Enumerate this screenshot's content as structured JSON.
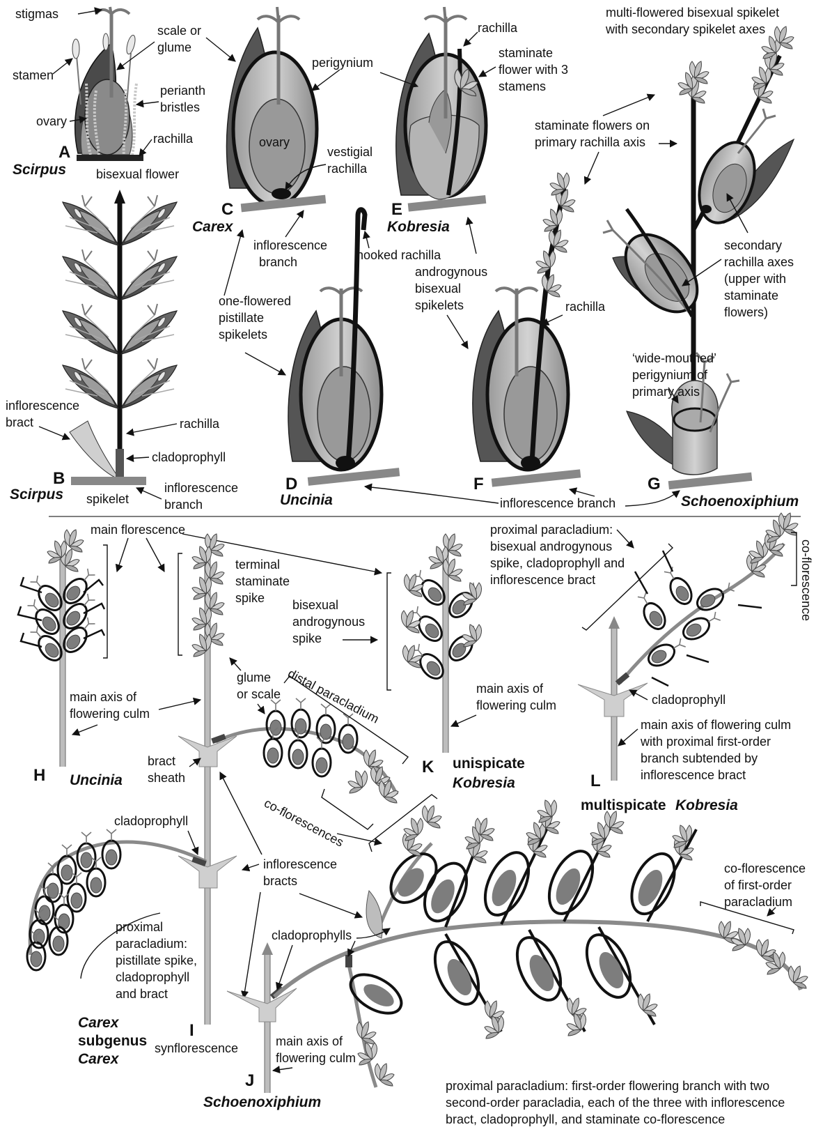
{
  "panels": {
    "A": {
      "letter": "A",
      "genus": "Scirpus",
      "labels": {
        "stigmas": "stigmas",
        "scale": "scale or",
        "glume": "glume",
        "stamen": "stamen",
        "perianth": "perianth",
        "bristles": "bristles",
        "ovary": "ovary",
        "rachilla": "rachilla",
        "bisexual": "bisexual flower"
      }
    },
    "B": {
      "letter": "B",
      "genus": "Scirpus",
      "labels": {
        "infl_bract_1": "inflorescence",
        "infl_bract_2": "bract",
        "rachilla": "rachilla",
        "cladoprophyll": "cladoprophyll",
        "spikelet": "spikelet",
        "infl_branch_1": "inflorescence",
        "infl_branch_2": "branch"
      }
    },
    "C": {
      "letter": "C",
      "genus": "Carex",
      "labels": {
        "perigynium": "perigynium",
        "ovary": "ovary",
        "vestigial_1": "vestigial",
        "vestigial_2": "rachilla",
        "infl_branch_1": "inflorescence",
        "infl_branch_2": "branch"
      }
    },
    "D": {
      "letter": "D",
      "genus": "Uncinia",
      "labels": {
        "hooked": "hooked rachilla",
        "one_flowered_1": "one-flowered",
        "one_flowered_2": "pistillate",
        "one_flowered_3": "spikelets"
      }
    },
    "E": {
      "letter": "E",
      "genus": "Kobresia",
      "labels": {
        "rachilla": "rachilla",
        "staminate_1": "staminate",
        "staminate_2": "flower with 3",
        "staminate_3": "stamens"
      }
    },
    "F": {
      "letter": "F",
      "labels": {
        "androgynous_1": "androgynous",
        "androgynous_2": "bisexual",
        "androgynous_3": "spikelets",
        "rachilla": "rachilla",
        "infl_branch": "inflorescence branch"
      }
    },
    "G": {
      "letter": "G",
      "genus": "Schoenoxiphium",
      "labels": {
        "multi_1": "multi-flowered bisexual spikelet",
        "multi_2": "with secondary spikelet axes",
        "staminate_1": "staminate flowers on",
        "staminate_2": "primary rachilla axis",
        "secondary_1": "secondary",
        "secondary_2": "rachilla axes",
        "secondary_3": "(upper with",
        "secondary_4": "staminate",
        "secondary_5": "flowers)",
        "wide_1": "‘wide-mouthed’",
        "wide_2": "perigynium of",
        "wide_3": "primary axis"
      }
    },
    "H": {
      "letter": "H",
      "genus": "Uncinia",
      "labels": {
        "main_florescence": "main florescence",
        "main_axis_1": "main axis of",
        "main_axis_2": "flowering culm"
      }
    },
    "I": {
      "letter": "I",
      "genus_1": "Carex",
      "genus_2": "subgenus",
      "genus_3": "Carex",
      "labels": {
        "terminal_1": "terminal",
        "terminal_2": "staminate",
        "terminal_3": "spike",
        "glume_1": "glume",
        "glume_2": "or scale",
        "bract_1": "bract",
        "bract_2": "sheath",
        "cladoprophyll": "cladoprophyll",
        "distal": "distal paracladium",
        "co_flor": "co-florescences",
        "infl_bracts_1": "inflorescence",
        "infl_bracts_2": "bracts",
        "proximal_1": "proximal",
        "proximal_2": "paracladium:",
        "proximal_3": "pistillate spike,",
        "proximal_4": "cladoprophyll",
        "proximal_5": "and bract",
        "synflorescence": "synflorescence"
      }
    },
    "K": {
      "letter": "K",
      "name_1": "unispicate",
      "genus": "Kobresia",
      "labels": {
        "bisexual_1": "bisexual",
        "bisexual_2": "androgynous",
        "bisexual_3": "spike",
        "main_axis_1": "main axis of",
        "main_axis_2": "flowering culm"
      }
    },
    "L": {
      "letter": "L",
      "name_1": "multispicate",
      "genus": "Kobresia",
      "labels": {
        "proximal_1": "proximal paracladium:",
        "proximal_2": "bisexual androgynous",
        "proximal_3": "spike, cladoprophyll and",
        "proximal_4": "inflorescence bract",
        "co_flor": "co-florescence",
        "cladoprophyll": "cladoprophyll",
        "axis_1": "main axis of flowering culm",
        "axis_2": "with proximal first-order",
        "axis_3": "branch subtended by",
        "axis_4": "inflorescence bract"
      }
    },
    "J": {
      "letter": "J",
      "genus": "Schoenoxiphium",
      "labels": {
        "cladoprophylls": "cladoprophylls",
        "main_axis_1": "main axis of",
        "main_axis_2": "flowering culm",
        "co_flor_1": "co-florescence",
        "co_flor_2": "of first-order",
        "co_flor_3": "paracladium",
        "proximal_1": "proximal paracladium: first-order flowering branch with two",
        "proximal_2": "second-order paracladia, each of the three with inflorescence",
        "proximal_3": "bract, cladoprophyll, and staminate co-florescence"
      }
    }
  },
  "colors": {
    "ink": "#111111",
    "dark_glume": "#555555",
    "mid_gray": "#8a8a8a",
    "light_gray": "#c8c8c8",
    "axis_gray": "#bdbdbd"
  }
}
